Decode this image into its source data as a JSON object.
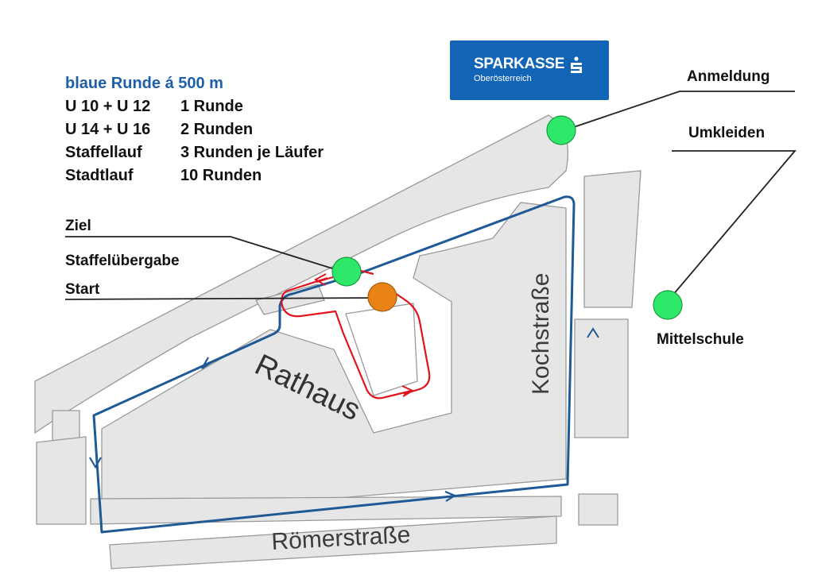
{
  "legend": {
    "title": "blaue Runde á 500 m",
    "rows": [
      {
        "category": "U 10 + U 12",
        "laps": "1 Runde"
      },
      {
        "category": "U 14 + U 16",
        "laps": "2 Runden"
      },
      {
        "category": "Staffellauf",
        "laps": "3 Runden je Läufer"
      },
      {
        "category": "Stadtlauf",
        "laps": "10 Runden"
      }
    ]
  },
  "logo": {
    "name": "SPARKASSE",
    "subtitle": "Oberösterreich",
    "color": "#1265b6",
    "icon": "sparkasse-s-icon"
  },
  "streets": {
    "koch": "Kochstraße",
    "roemer": "Römerstraße",
    "building": "Rathaus"
  },
  "callouts": {
    "registration": "Anmeldung",
    "changing": "Umkleiden",
    "finish": "Ziel",
    "relay": "Staffelübergabe",
    "start": "Start",
    "school": "Mittelschule"
  },
  "colors": {
    "blue_route": "#1f5a96",
    "red_route": "#e0141e",
    "marker_green": "#2ee86a",
    "marker_orange": "#e98317"
  }
}
